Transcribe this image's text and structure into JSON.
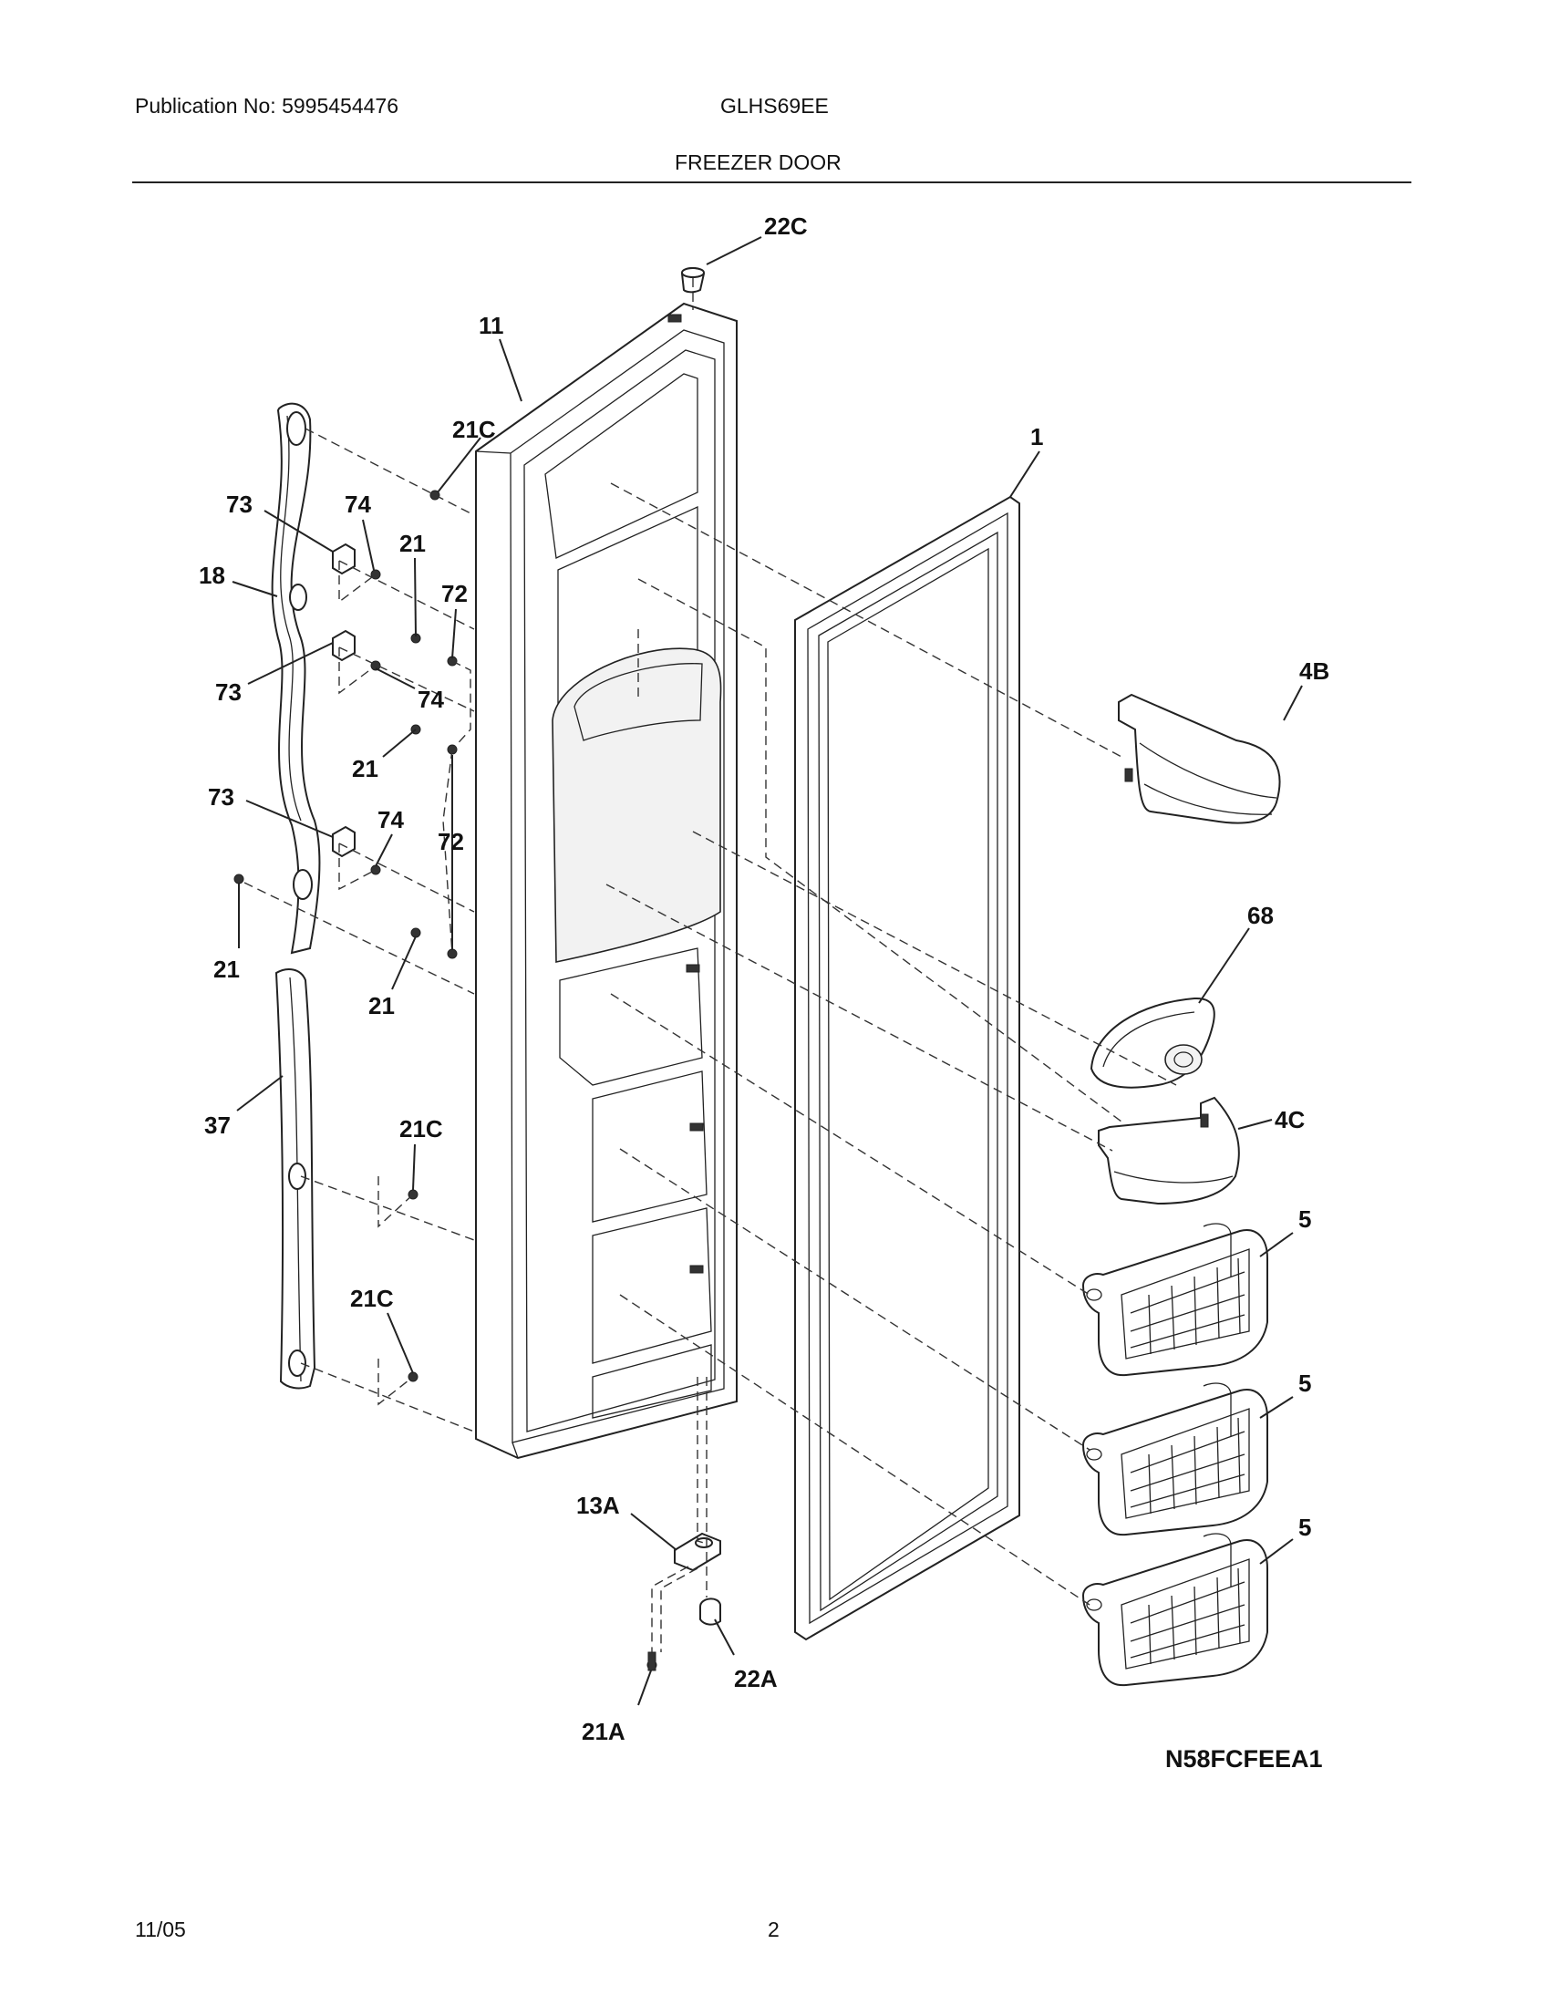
{
  "header": {
    "publication": "Publication No: 5995454476",
    "model": "GLHS69EE",
    "section_title": "FREEZER DOOR"
  },
  "diagram": {
    "code": "N58FCFEEA1",
    "callouts": {
      "c22C": "22C",
      "c11": "11",
      "c21C_top": "21C",
      "c1": "1",
      "c73_a": "73",
      "c74_a": "74",
      "c21_a": "21",
      "c72_a": "72",
      "c18": "18",
      "c73_b": "73",
      "c74_b": "74",
      "c21_b": "21",
      "c73_c": "73",
      "c74_c": "74",
      "c72_b": "72",
      "c21_c": "21",
      "c21_d": "21",
      "c4B": "4B",
      "c68": "68",
      "c4C": "4C",
      "c37": "37",
      "c21C_mid": "21C",
      "c21C_low": "21C",
      "c5_a": "5",
      "c5_b": "5",
      "c5_c": "5",
      "c13A": "13A",
      "c22A": "22A",
      "c21A": "21A"
    }
  },
  "footer": {
    "date": "11/05",
    "page": "2"
  }
}
